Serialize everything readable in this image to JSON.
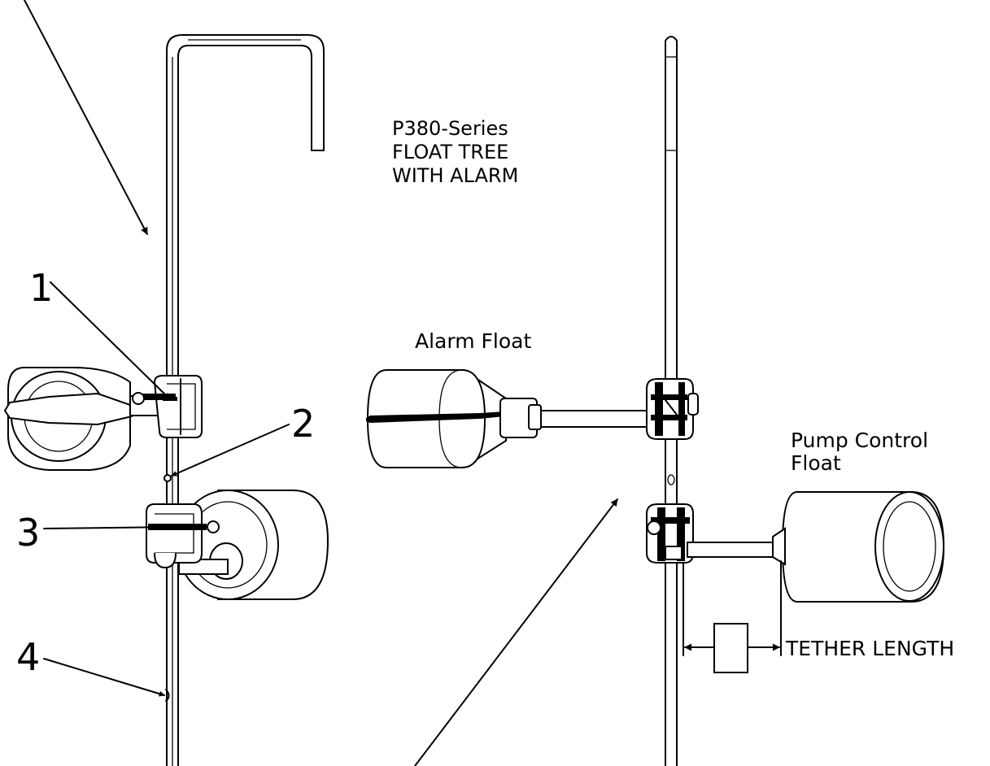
{
  "title_lines": [
    "P380-Series",
    "FLOAT TREE",
    "WITH ALARM"
  ],
  "callouts": [
    "1",
    "2",
    "3",
    "4"
  ],
  "labels": {
    "alarm_float": "Alarm Float",
    "pump_control_lines": [
      "Pump Control",
      "Float"
    ],
    "tether_length": "TETHER LENGTH"
  }
}
